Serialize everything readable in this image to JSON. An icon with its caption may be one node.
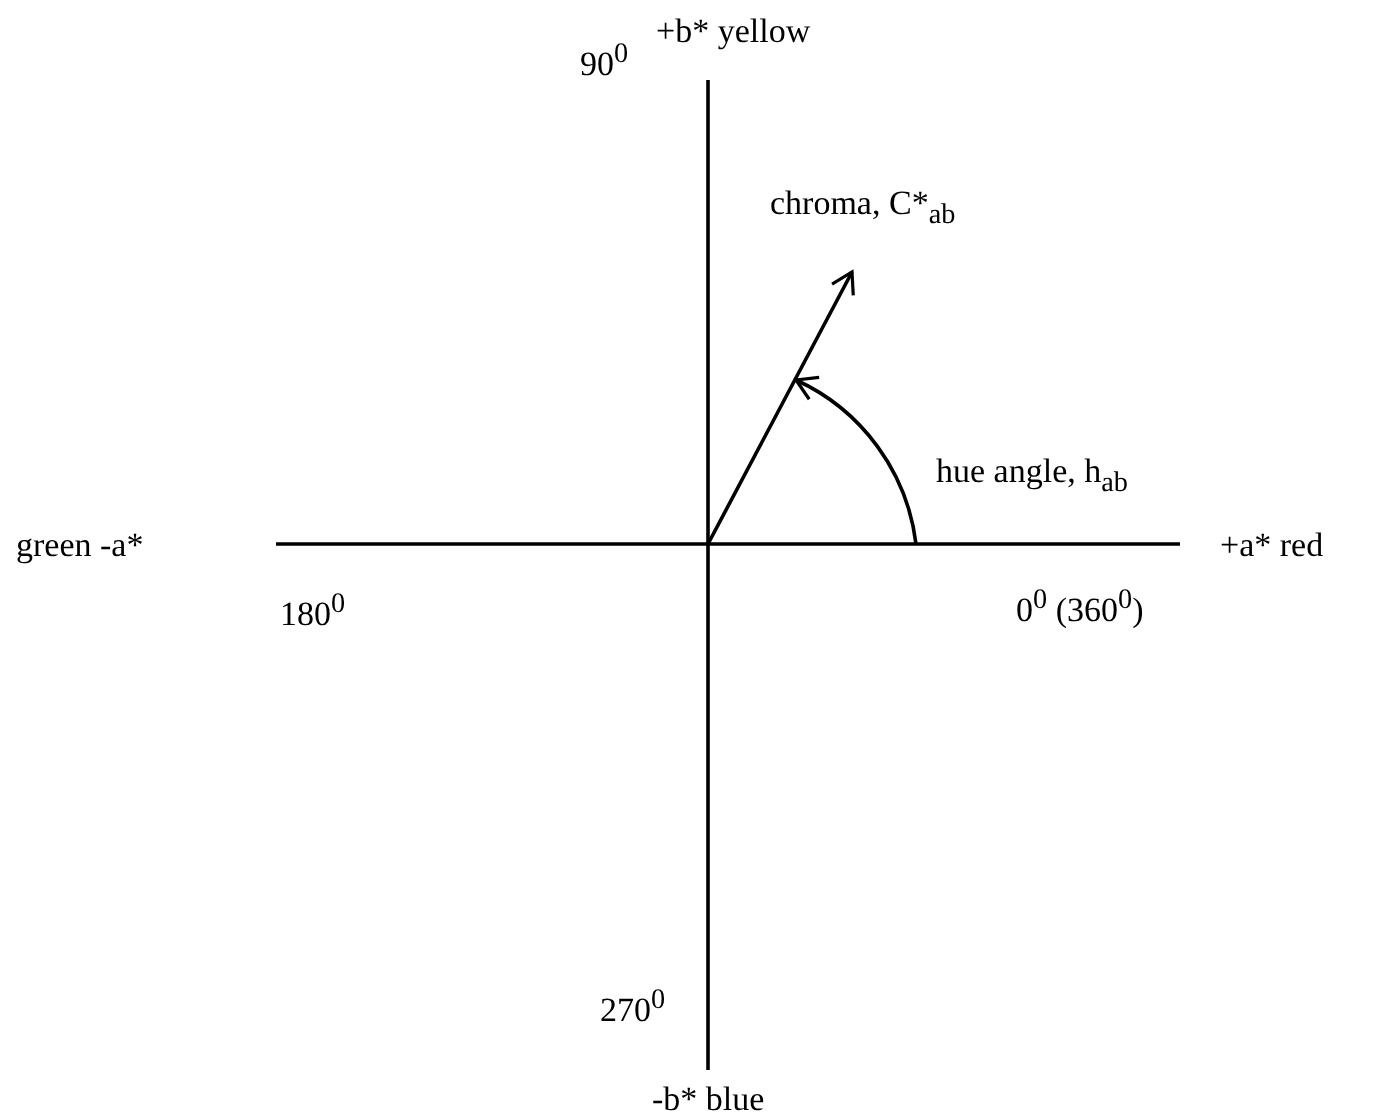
{
  "diagram": {
    "labels": [
      "+b* yellow",
      "90$^{0}$",
      "chroma, C*$_{ab}$",
      "hue angle, h$_{ab}$",
      "green -a*",
      "+a* red",
      "180$^{0}$",
      "0$^{0}$ (360$^{0}$)",
      "270$^{0}$",
      "-b* blue"
    ]
  }
}
